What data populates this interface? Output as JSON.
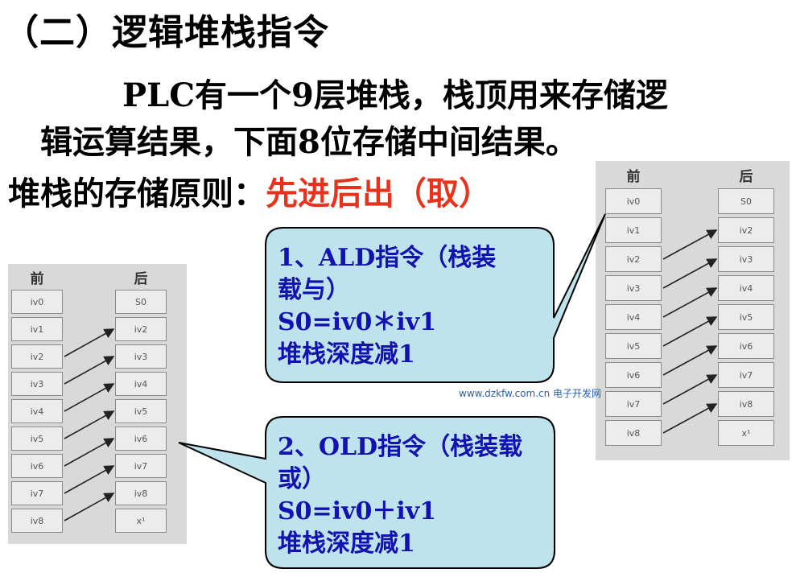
{
  "heading": "（二）逻辑堆栈指令",
  "paragraph": {
    "line1": "PLC有一个9层堆栈，栈顶用来存储逻",
    "line2": "辑运算结果，下面8位存储中间结果。"
  },
  "principle": {
    "label": "堆栈的存储原则：",
    "value": "先进后出（取）",
    "value_color": "#e8321b"
  },
  "stack_left": {
    "before_label": "前",
    "after_label": "后",
    "before": [
      "iv0",
      "iv1",
      "iv2",
      "iv3",
      "iv4",
      "iv5",
      "iv6",
      "iv7",
      "iv8"
    ],
    "after": [
      "S0",
      "iv2",
      "iv3",
      "iv4",
      "iv5",
      "iv6",
      "iv7",
      "iv8",
      "x¹"
    ]
  },
  "stack_right": {
    "before_label": "前",
    "after_label": "后",
    "before": [
      "iv0",
      "iv1",
      "iv2",
      "iv3",
      "iv4",
      "iv5",
      "iv6",
      "iv7",
      "iv8"
    ],
    "after": [
      "S0",
      "iv2",
      "iv3",
      "iv4",
      "iv5",
      "iv6",
      "iv7",
      "iv8",
      "x¹"
    ]
  },
  "callout_ald": {
    "lines": [
      "1、ALD指令（栈装",
      "载与）",
      "S0=iv0＊iv1",
      "堆栈深度减1"
    ],
    "fill": "#bfe3ec",
    "text_color": "#1212b0"
  },
  "callout_old": {
    "lines": [
      "2、OLD指令（栈装载",
      "或）",
      "S0=iv0＋iv1",
      "堆栈深度减1"
    ],
    "fill": "#bfe3ec",
    "text_color": "#1212b0"
  },
  "watermark": "www.dzkfw.com.cn 电子开发网"
}
